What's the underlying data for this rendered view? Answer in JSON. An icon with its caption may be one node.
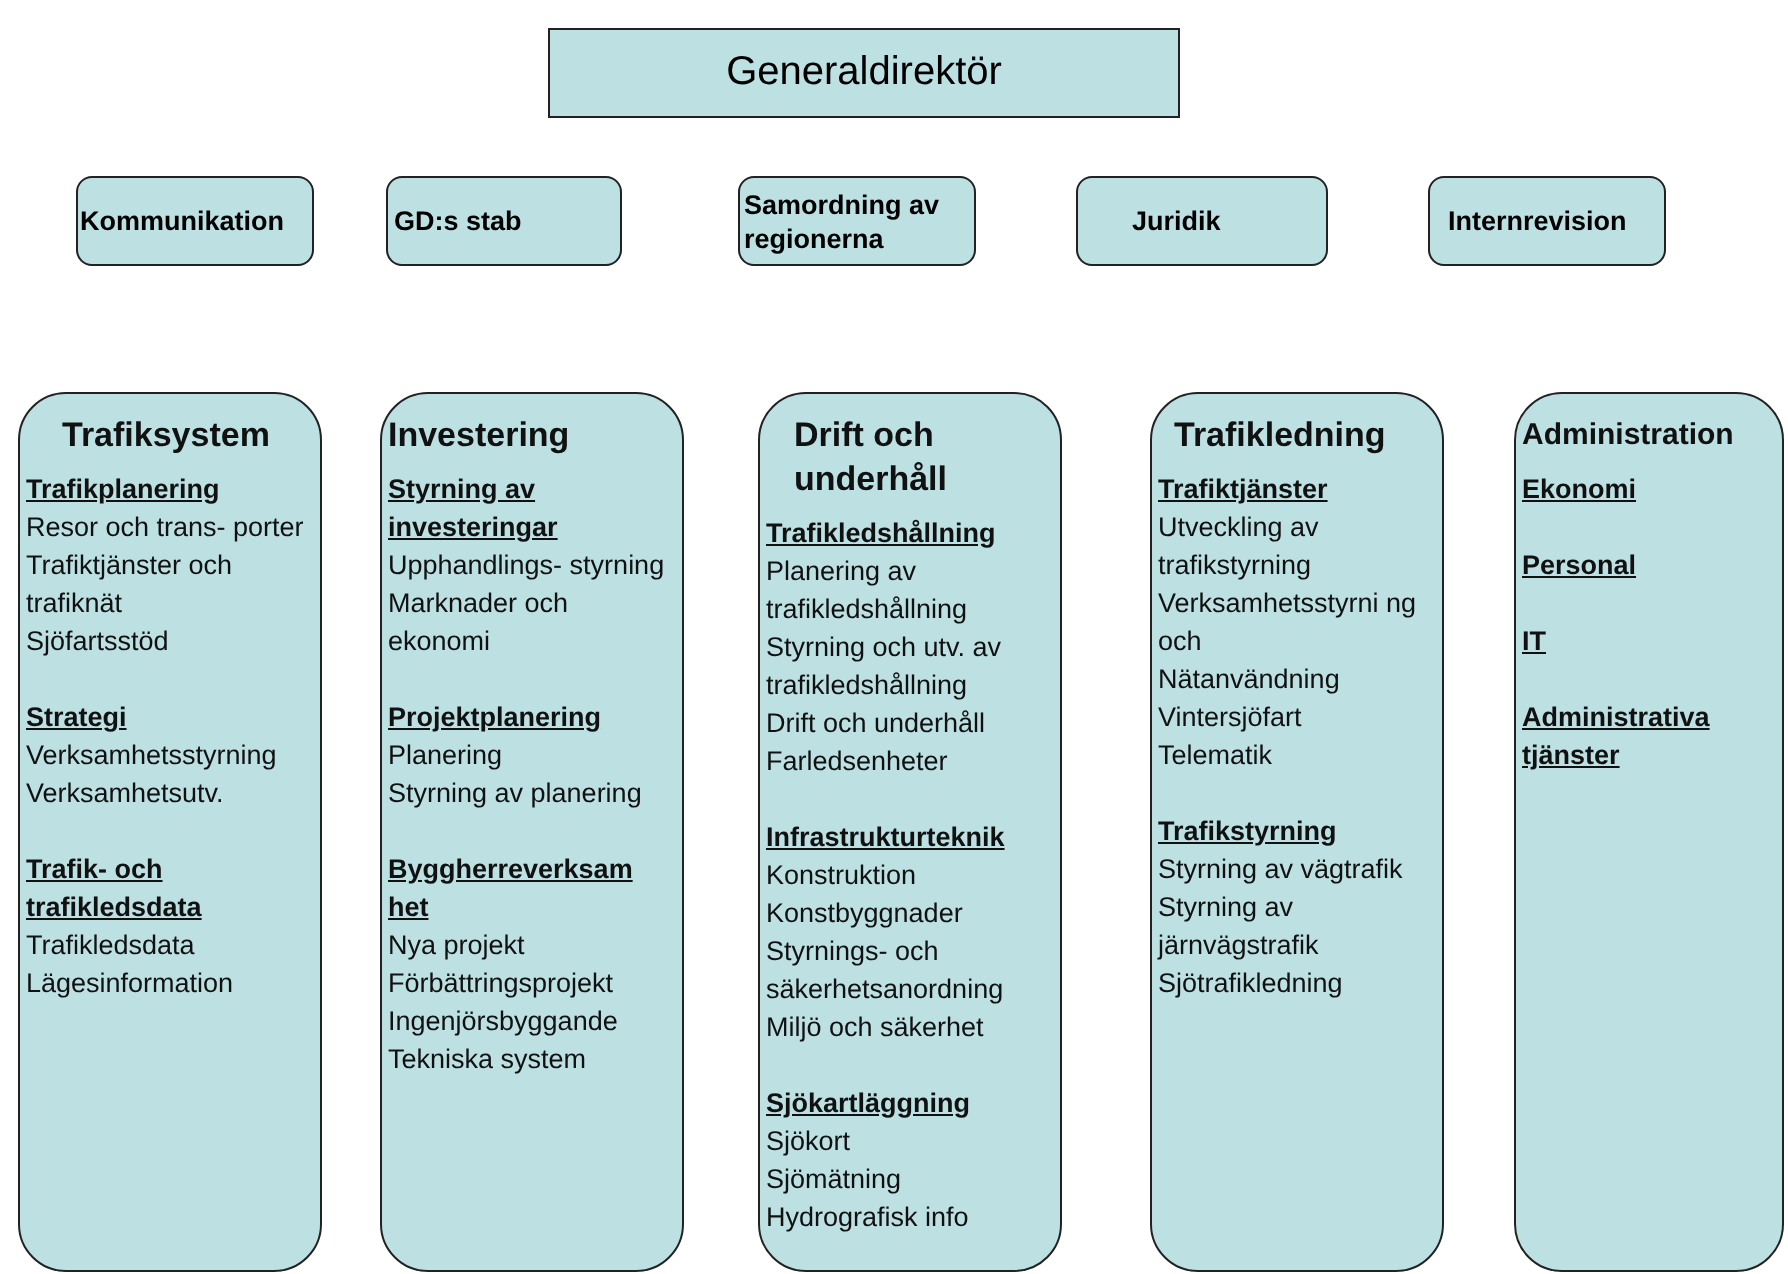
{
  "diagram": {
    "nodes": [
      {
        "text": [
          "Generaldirektör"
        ]
      },
      {
        "text": [
          "Kommunikation"
        ]
      },
      {
        "text": [
          "GD:s stab"
        ]
      },
      {
        "text": [
          "Samordning av regionerna"
        ]
      },
      {
        "text": [
          "Juridik"
        ]
      },
      {
        "text": [
          "Internrevision"
        ]
      },
      {
        "text": [
          "Trafiksystem",
          "Trafikplanering",
          "Resor och trans- porter",
          "Trafiktjänster och trafiknät",
          "Sjöfartsstöd",
          "Strategi",
          "Verksamhetsstyrning",
          "Verksamhetsutv.",
          "Trafik- och trafikledsdata",
          "Trafikledsdata",
          "Lägesinformation"
        ]
      },
      {
        "text": [
          "Investering",
          "Styrning av investeringar",
          "Upphandlings- styrning",
          "Marknader och ekonomi",
          "Projektplanering",
          "Planering",
          "Styrning av planering",
          "Byggherreverksam het",
          "Nya projekt",
          "Förbättringsprojekt",
          "Ingenjörsbyggande",
          "Tekniska system"
        ]
      },
      {
        "text": [
          "Drift och underhåll",
          "Trafikledshållning",
          "Planering av trafikledshållning",
          "Styrning och utv. av trafikledshållning",
          "Drift och underhåll",
          "Farledsenheter",
          "Infrastrukturteknik",
          "Konstruktion",
          "Konstbyggnader",
          "Styrnings- och säkerhetsanordning",
          "Miljö och säkerhet",
          "Sjökartläggning",
          "Sjökort",
          "Sjömätning",
          "Hydrografisk info"
        ]
      },
      {
        "text": [
          "Trafikledning",
          "Trafiktjänster",
          "Utveckling av trafikstyrning",
          "Verksamhetsstyrni ng och",
          "Nätanvändning",
          "Vintersjöfart",
          "Telematik",
          "Trafikstyrning",
          "Styrning av vägtrafik",
          "Styrning av järnvägstrafik",
          "Sjötrafikledning"
        ]
      },
      {
        "text": [
          "Administration",
          "Ekonomi",
          "Personal",
          "IT",
          "Administrativa tjänster"
        ]
      }
    ]
  }
}
